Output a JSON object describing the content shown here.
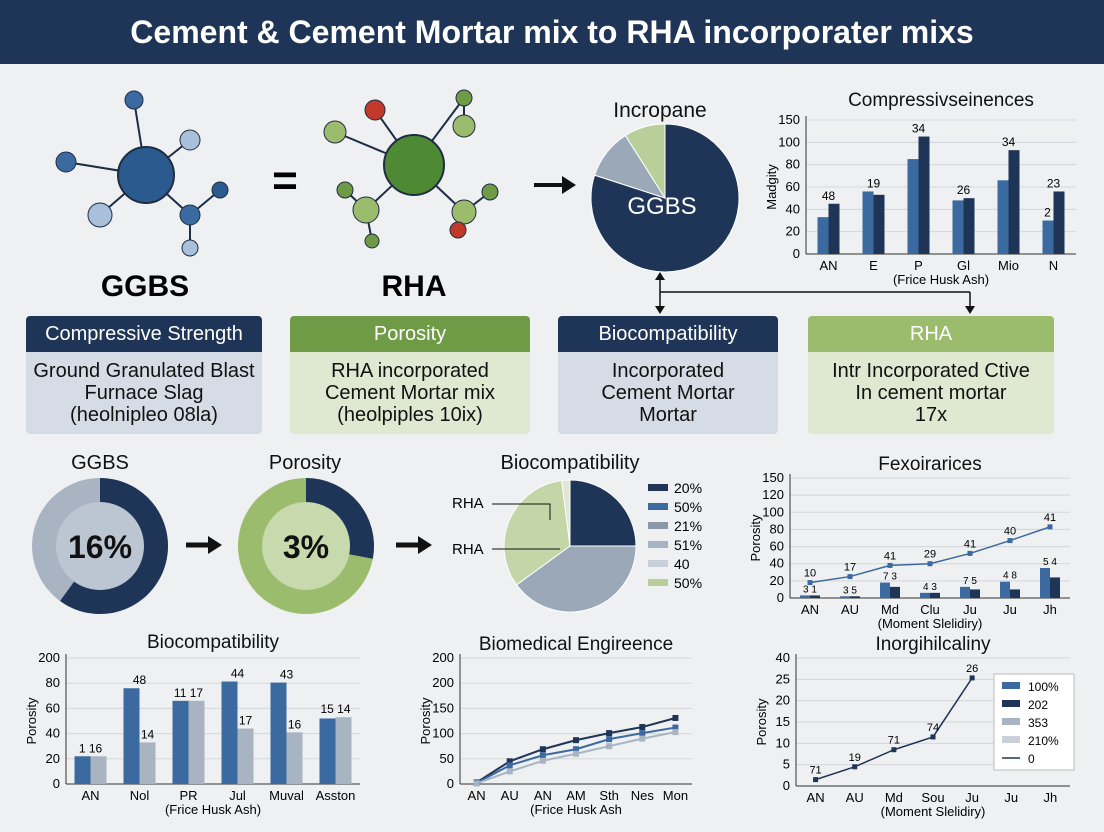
{
  "header": {
    "title": "Cement & Cement Mortar mix to RHA incorporater mixs"
  },
  "molecules": {
    "left_label": "GGBS",
    "right_label": "RHA",
    "equals": "="
  },
  "top_pie": {
    "title": "Incropane",
    "center_label": "GGBS",
    "slices": [
      {
        "value": 80,
        "color": "#1f3558"
      },
      {
        "value": 11,
        "color": "#9aa8b8"
      },
      {
        "value": 9,
        "color": "#b9cf9a"
      }
    ]
  },
  "cards": [
    {
      "header": "Compressive Strength",
      "lines": [
        "Ground Granulated Blast",
        "Furnace Slag",
        "(heolnipleo 08la)"
      ],
      "header_color": "#1f3558",
      "body_color": "#d6dce6"
    },
    {
      "header": "Porosity",
      "lines": [
        "RHA incorporated",
        "Cement Mortar mix",
        "(heolpiples 10ix)"
      ],
      "header_color": "#6f9a46",
      "body_color": "#dfe9d2"
    },
    {
      "header": "Biocompatibility",
      "lines": [
        "Incorporated",
        "Cement Mortar",
        "Mortar"
      ],
      "header_color": "#1f3558",
      "body_color": "#d6dce6"
    },
    {
      "header": "RHA",
      "lines": [
        "Intr Incorporated Ctive",
        "In cement mortar",
        "17x"
      ],
      "header_color": "#9bbb6d",
      "body_color": "#dfe9d2"
    }
  ],
  "donuts": [
    {
      "title": "GGBS",
      "value_label": "16%",
      "fraction": 0.6,
      "ring": "#1f3558",
      "rest": "#a9b4c2",
      "inner": "#bcc6d2"
    },
    {
      "title": "Porosity",
      "value_label": "3%",
      "fraction": 0.28,
      "ring": "#1f3558",
      "rest": "#9bbb6d",
      "inner": "#c7d9ad"
    }
  ],
  "bio_pie": {
    "title": "Biocompatibility",
    "labels": [
      "RHA",
      "RHA"
    ],
    "legend": [
      {
        "label": "20%",
        "color": "#1f3558"
      },
      {
        "label": "50%",
        "color": "#3b6aa0"
      },
      {
        "label": "21%",
        "color": "#8a98aa"
      },
      {
        "label": "51%",
        "color": "#a9b4c2"
      },
      {
        "label": "40",
        "color": "#c9d0d9"
      },
      {
        "label": "50%",
        "color": "#b9cf9a"
      }
    ],
    "slices": [
      {
        "value": 25,
        "color": "#1f3558"
      },
      {
        "value": 40,
        "color": "#9aa8b8"
      },
      {
        "value": 33,
        "color": "#c4d6a8"
      },
      {
        "value": 2,
        "color": "#dfe6d2"
      }
    ]
  },
  "chart_data": [
    {
      "type": "bar",
      "title": "Compressivseinences",
      "xlabel": "(Frice Husk Ash)",
      "ylabel": "Madgity",
      "ylim": [
        0,
        150
      ],
      "yticks": [
        0,
        20,
        40,
        60,
        80,
        100,
        150
      ],
      "categories": [
        "AN",
        "E",
        "P",
        "Gl",
        "Mio",
        "N"
      ],
      "series": [
        {
          "values": [
            33,
            56,
            85,
            48,
            66,
            30
          ],
          "color": "#3b6aa0"
        },
        {
          "values": [
            45,
            53,
            113,
            50,
            93,
            56
          ],
          "color": "#1f3558"
        }
      ],
      "labels": [
        "48",
        "19",
        "34",
        "26",
        "34",
        "23"
      ],
      "extra_label": "2"
    },
    {
      "type": "bar",
      "title": "Biocompatibility",
      "xlabel": "(Frice Husk Ash)",
      "ylabel": "Porosity",
      "ylim": [
        0,
        200
      ],
      "yticks": [
        0,
        20,
        40,
        60,
        80,
        200
      ],
      "categories": [
        "AN",
        "Nol",
        "PR",
        "Jul",
        "Muval",
        "Asston"
      ],
      "series": [
        {
          "values": [
            22,
            76,
            66,
            88,
            83,
            52
          ],
          "color": "#3b6aa0"
        },
        {
          "values": [
            22,
            33,
            66,
            44,
            41,
            53
          ],
          "color": "#a9b4c2"
        }
      ],
      "labels": [
        "1  16",
        "48",
        "11 17",
        "44",
        "43",
        "15 14"
      ],
      "labels2": [
        "",
        "14",
        "",
        "17",
        "16",
        ""
      ]
    },
    {
      "type": "line",
      "title": "Biomedical Engireence",
      "xlabel": "(Frice Husk Ash",
      "ylabel": "Porosity",
      "ylim": [
        0,
        200
      ],
      "yticks": [
        0,
        50,
        100,
        150,
        200,
        200
      ],
      "categories": [
        "AN",
        "AU",
        "AN",
        "AM",
        "Sth",
        "Nes",
        "Mon"
      ],
      "series": [
        {
          "values": [
            3,
            45,
            69,
            87,
            101,
            113,
            131
          ],
          "color": "#1f3558"
        },
        {
          "values": [
            2,
            37,
            57,
            69,
            89,
            101,
            112
          ],
          "color": "#3b6aa0"
        },
        {
          "values": [
            1,
            25,
            46,
            60,
            75,
            90,
            103
          ],
          "color": "#a9b4c2"
        }
      ]
    },
    {
      "type": "line",
      "title": "Fexoirarices",
      "xlabel": "(Moment Slelidiry)",
      "ylabel": "Porosity",
      "ylim": [
        0,
        160
      ],
      "yticks": [
        0,
        20,
        40,
        60,
        80,
        100,
        120,
        150
      ],
      "categories": [
        "AN",
        "AU",
        "Md",
        "Clu",
        "Ju",
        "Ju",
        "Jh"
      ],
      "series": [
        {
          "values": [
            18,
            25,
            38,
            40,
            52,
            67,
            83
          ],
          "color": "#3b6aa0"
        }
      ],
      "line_labels": [
        "10",
        "17",
        "41",
        "29",
        "41",
        "40",
        "41"
      ],
      "bars": [
        {
          "values": [
            3,
            2,
            18,
            6,
            13,
            19,
            35
          ],
          "color": "#3b6aa0"
        },
        {
          "values": [
            3,
            2,
            13,
            6,
            10,
            10,
            24
          ],
          "color": "#1f3558"
        }
      ],
      "bar_labels": [
        "3 1",
        "3 5",
        "7 3",
        "4 3",
        "7 5",
        "4  8",
        "5  4"
      ]
    },
    {
      "type": "line",
      "title": "Inorgihilcaliny",
      "xlabel": "(Moment Slelidiry)",
      "ylabel": "Porosity",
      "ylim": [
        0,
        40
      ],
      "yticks": [
        0,
        5,
        10,
        15,
        20,
        25,
        40
      ],
      "categories": [
        "AN",
        "AU",
        "Md",
        "Sou",
        "Ju",
        "Ju",
        "Jh"
      ],
      "series": [
        {
          "values": [
            1.5,
            4.5,
            8.5,
            11.5,
            26,
            null,
            null
          ],
          "color": "#1f3558"
        }
      ],
      "line_labels": [
        "71",
        "19",
        "71",
        "74",
        "26",
        "",
        ""
      ],
      "legend": [
        {
          "label": "100%",
          "color": "#3b6aa0"
        },
        {
          "label": "202",
          "color": "#1f3558"
        },
        {
          "label": "353",
          "color": "#a9b4c2"
        },
        {
          "label": "210%",
          "color": "#c9d0d9"
        },
        {
          "label": "0",
          "color": "#1f3558",
          "line": true
        }
      ]
    }
  ]
}
